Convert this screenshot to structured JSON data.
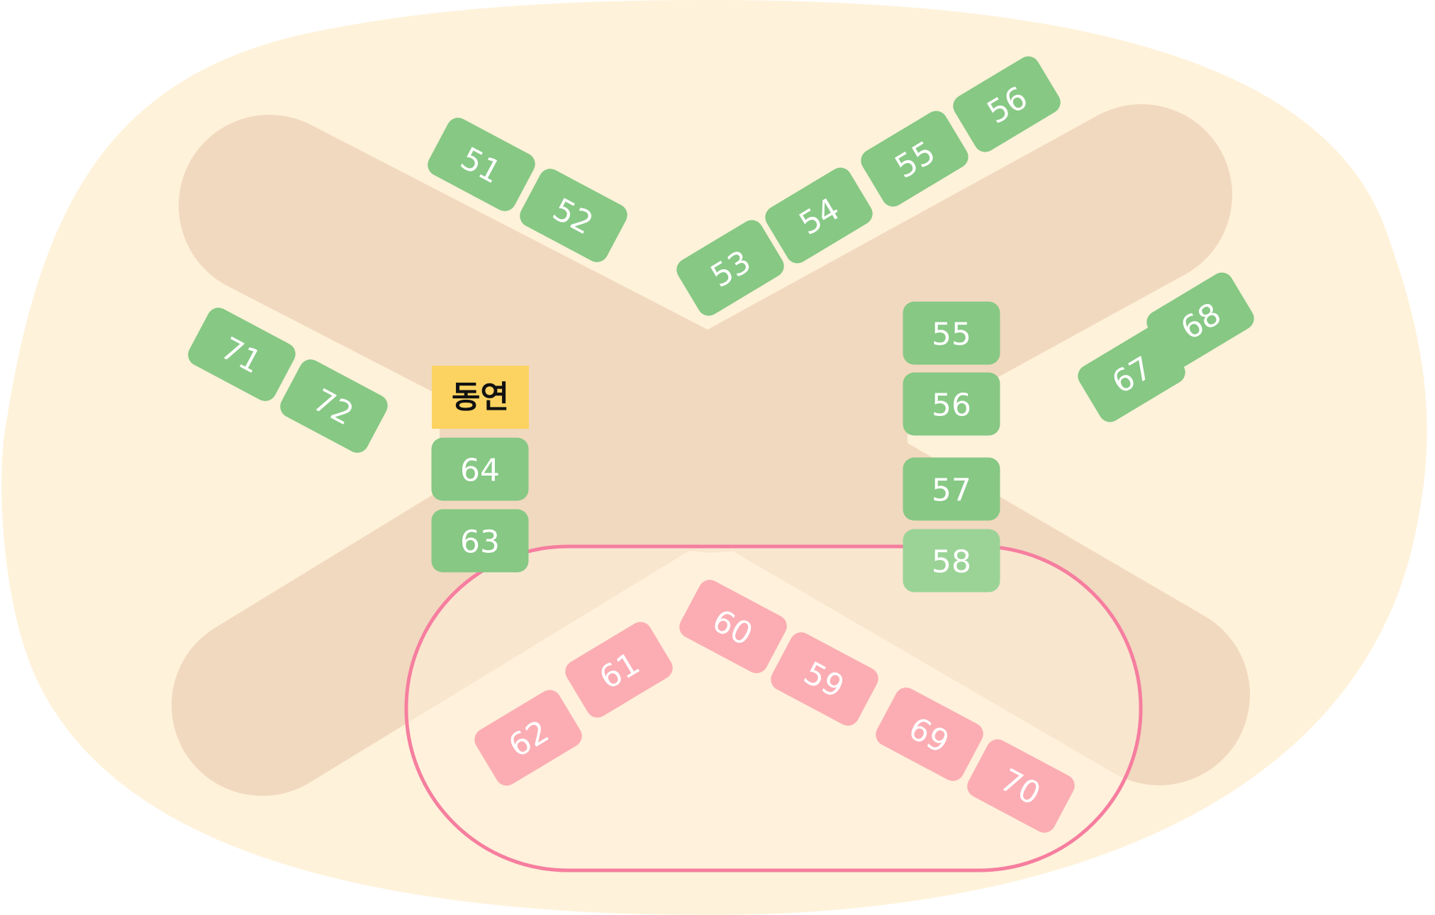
{
  "colors": {
    "background": "#fff2da",
    "road": "#f1d9bf",
    "highlight_fill": "#fff1dc",
    "highlight_stroke": "#f67e9f",
    "available": "#86c884",
    "available_faded": "#9bd397",
    "reserved": "#fbadb3",
    "marker": "#fcd361",
    "label": "#ffffff",
    "marker_label": "#111111"
  },
  "marker": {
    "label": "동연"
  },
  "tiles": [
    {
      "id": "t51",
      "label": "51",
      "status": "available"
    },
    {
      "id": "t52",
      "label": "52",
      "status": "available"
    },
    {
      "id": "t53",
      "label": "53",
      "status": "available"
    },
    {
      "id": "t54",
      "label": "54",
      "status": "available"
    },
    {
      "id": "t55a",
      "label": "55",
      "status": "available"
    },
    {
      "id": "t56a",
      "label": "56",
      "status": "available"
    },
    {
      "id": "t71",
      "label": "71",
      "status": "available"
    },
    {
      "id": "t72",
      "label": "72",
      "status": "available"
    },
    {
      "id": "t64",
      "label": "64",
      "status": "available"
    },
    {
      "id": "t63",
      "label": "63",
      "status": "available"
    },
    {
      "id": "t55b",
      "label": "55",
      "status": "available"
    },
    {
      "id": "t56b",
      "label": "56",
      "status": "available"
    },
    {
      "id": "t57",
      "label": "57",
      "status": "available"
    },
    {
      "id": "t58",
      "label": "58",
      "status": "available_faded"
    },
    {
      "id": "t67",
      "label": "67",
      "status": "available"
    },
    {
      "id": "t68",
      "label": "68",
      "status": "available"
    },
    {
      "id": "t60",
      "label": "60",
      "status": "reserved"
    },
    {
      "id": "t59",
      "label": "59",
      "status": "reserved"
    },
    {
      "id": "t61",
      "label": "61",
      "status": "reserved"
    },
    {
      "id": "t62",
      "label": "62",
      "status": "reserved"
    },
    {
      "id": "t69",
      "label": "69",
      "status": "reserved"
    },
    {
      "id": "t70",
      "label": "70",
      "status": "reserved"
    }
  ]
}
